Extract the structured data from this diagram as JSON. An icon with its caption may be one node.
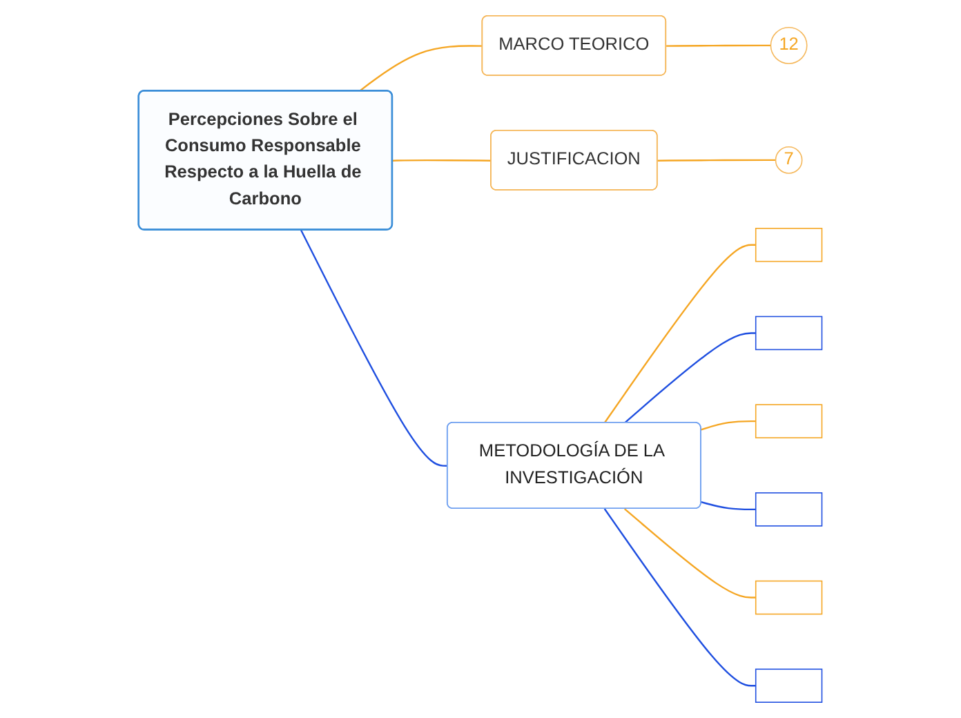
{
  "diagram": {
    "nodes": [
      {
        "text": [
          "Percepciones Sobre el Consumo Responsable Respecto a la Huella de Carbono"
        ]
      },
      {
        "text": [
          "MARCO TEORICO"
        ]
      },
      {
        "text": [
          "12"
        ]
      },
      {
        "text": [
          "JUSTIFICACION"
        ]
      },
      {
        "text": [
          "7"
        ]
      },
      {
        "text": [
          "METODOLOGÍA DE LA INVESTIGACIÓN"
        ]
      },
      {
        "text": [],
        "shape": "box"
      },
      {
        "text": [],
        "shape": "box"
      },
      {
        "text": [],
        "shape": "box"
      },
      {
        "text": [],
        "shape": "box"
      },
      {
        "text": [],
        "shape": "box"
      },
      {
        "text": [],
        "shape": "box"
      }
    ],
    "edges": [
      {
        "from": 0,
        "to": 1,
        "arrow": "none",
        "color": "#f5a623"
      },
      {
        "from": 1,
        "to": 2,
        "arrow": "none",
        "color": "#f5a623"
      },
      {
        "from": 0,
        "to": 3,
        "arrow": "none",
        "color": "#f5a623"
      },
      {
        "from": 3,
        "to": 4,
        "arrow": "none",
        "color": "#f5a623"
      },
      {
        "from": 0,
        "to": 5,
        "arrow": "none",
        "color": "#1f4fe0"
      },
      {
        "from": 5,
        "to": 6,
        "arrow": "none",
        "color": "#f5a623"
      },
      {
        "from": 5,
        "to": 7,
        "arrow": "none",
        "color": "#1f4fe0"
      },
      {
        "from": 5,
        "to": 8,
        "arrow": "none",
        "color": "#f5a623"
      },
      {
        "from": 5,
        "to": 9,
        "arrow": "none",
        "color": "#1f4fe0"
      },
      {
        "from": 5,
        "to": 10,
        "arrow": "none",
        "color": "#f5a623"
      },
      {
        "from": 5,
        "to": 11,
        "arrow": "none",
        "color": "#1f4fe0"
      }
    ]
  }
}
